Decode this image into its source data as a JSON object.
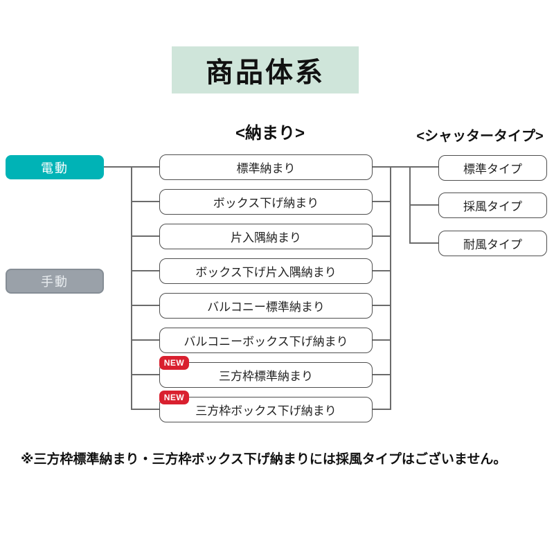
{
  "title": "商品体系",
  "headers": {
    "osamari": "<納まり>",
    "shutter_type": "<シャッタータイプ>"
  },
  "drive_modes": [
    {
      "label": "電動",
      "color": "#00b3b6"
    },
    {
      "label": "手動",
      "color": "#9aa1a9"
    }
  ],
  "osamari_items": [
    {
      "label": "標準納まり",
      "new": false
    },
    {
      "label": "ボックス下げ納まり",
      "new": false
    },
    {
      "label": "片入隅納まり",
      "new": false
    },
    {
      "label": "ボックス下げ片入隅納まり",
      "new": false
    },
    {
      "label": "バルコニー標準納まり",
      "new": false
    },
    {
      "label": "バルコニーボックス下げ納まり",
      "new": false
    },
    {
      "label": "三方枠標準納まり",
      "new": true
    },
    {
      "label": "三方枠ボックス下げ納まり",
      "new": true
    }
  ],
  "shutter_types": [
    {
      "label": "標準タイプ"
    },
    {
      "label": "採風タイプ"
    },
    {
      "label": "耐風タイプ"
    }
  ],
  "badge": {
    "label": "NEW",
    "color": "#d9202f"
  },
  "note": "※三方枠標準納まり・三方枠ボックス下げ納まりには採風タイプはございません。",
  "colors": {
    "title_bg": "#cfe5da",
    "electric": "#00b3b6",
    "manual": "#9aa1a9",
    "badge": "#d9202f",
    "line": "#6b6b6b",
    "box_border": "#4e4e4e"
  }
}
